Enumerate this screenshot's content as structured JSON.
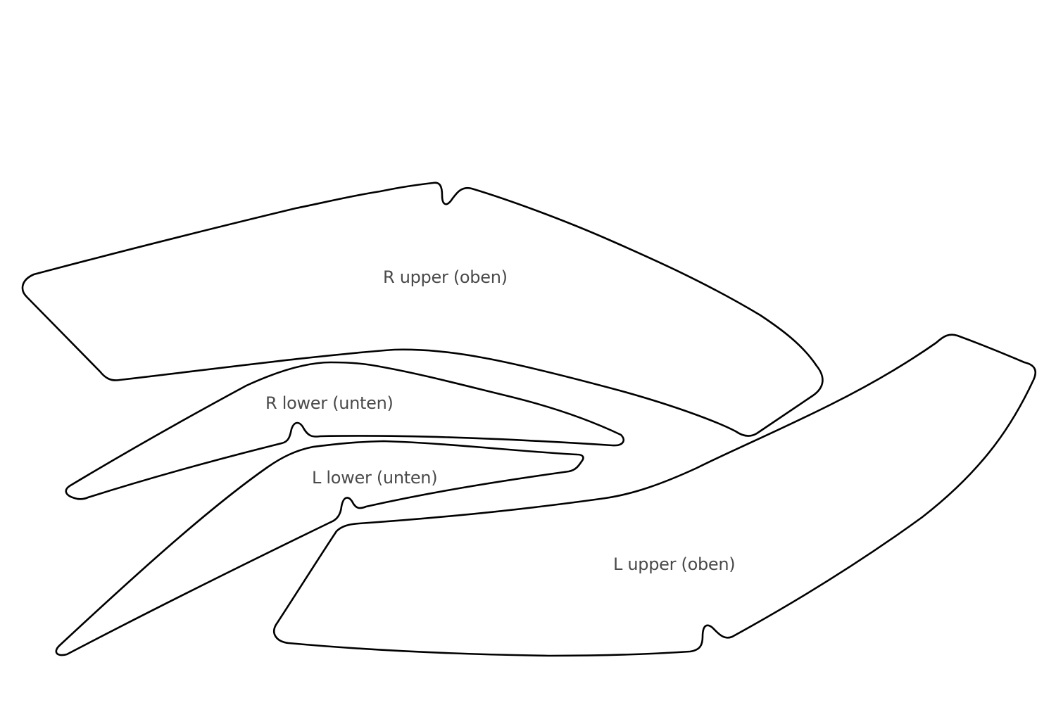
{
  "colors": {
    "outline": "#000000",
    "label_text": "#4a4a4a",
    "background": "#ffffff"
  },
  "parts": {
    "r_upper": {
      "label": "R upper (oben)"
    },
    "r_lower": {
      "label": "R lower (unten)"
    },
    "l_lower": {
      "label": "L lower (unten)"
    },
    "l_upper": {
      "label": "L upper (oben)"
    }
  }
}
